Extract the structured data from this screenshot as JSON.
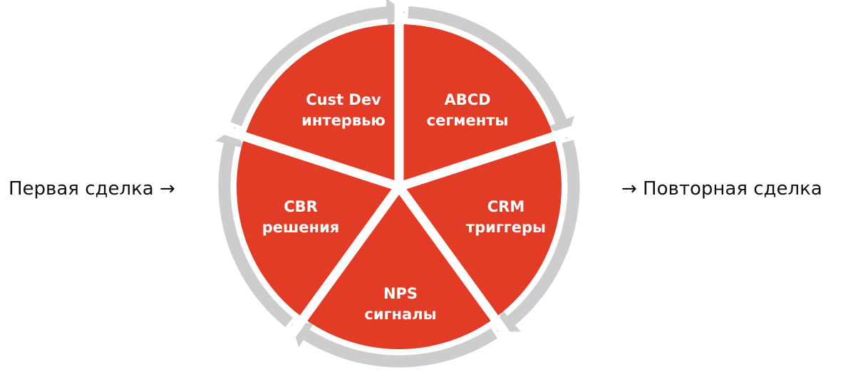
{
  "left_label": "Первая сделка →",
  "right_label": "→ Повторная сделка",
  "segments": [
    {
      "line1": "ABCD",
      "line2": "сегменты"
    },
    {
      "line1": "CRM",
      "line2": "триггеры"
    },
    {
      "line1": "NPS",
      "line2": "сигналы"
    },
    {
      "line1": "CBR",
      "line2": "решения"
    },
    {
      "line1": "Cust Dev",
      "line2": "интервью"
    }
  ],
  "colors": {
    "segment": "#E23B26",
    "arc": "#CDCDCD",
    "text": "#FFFFFF",
    "side_text": "#111111"
  }
}
